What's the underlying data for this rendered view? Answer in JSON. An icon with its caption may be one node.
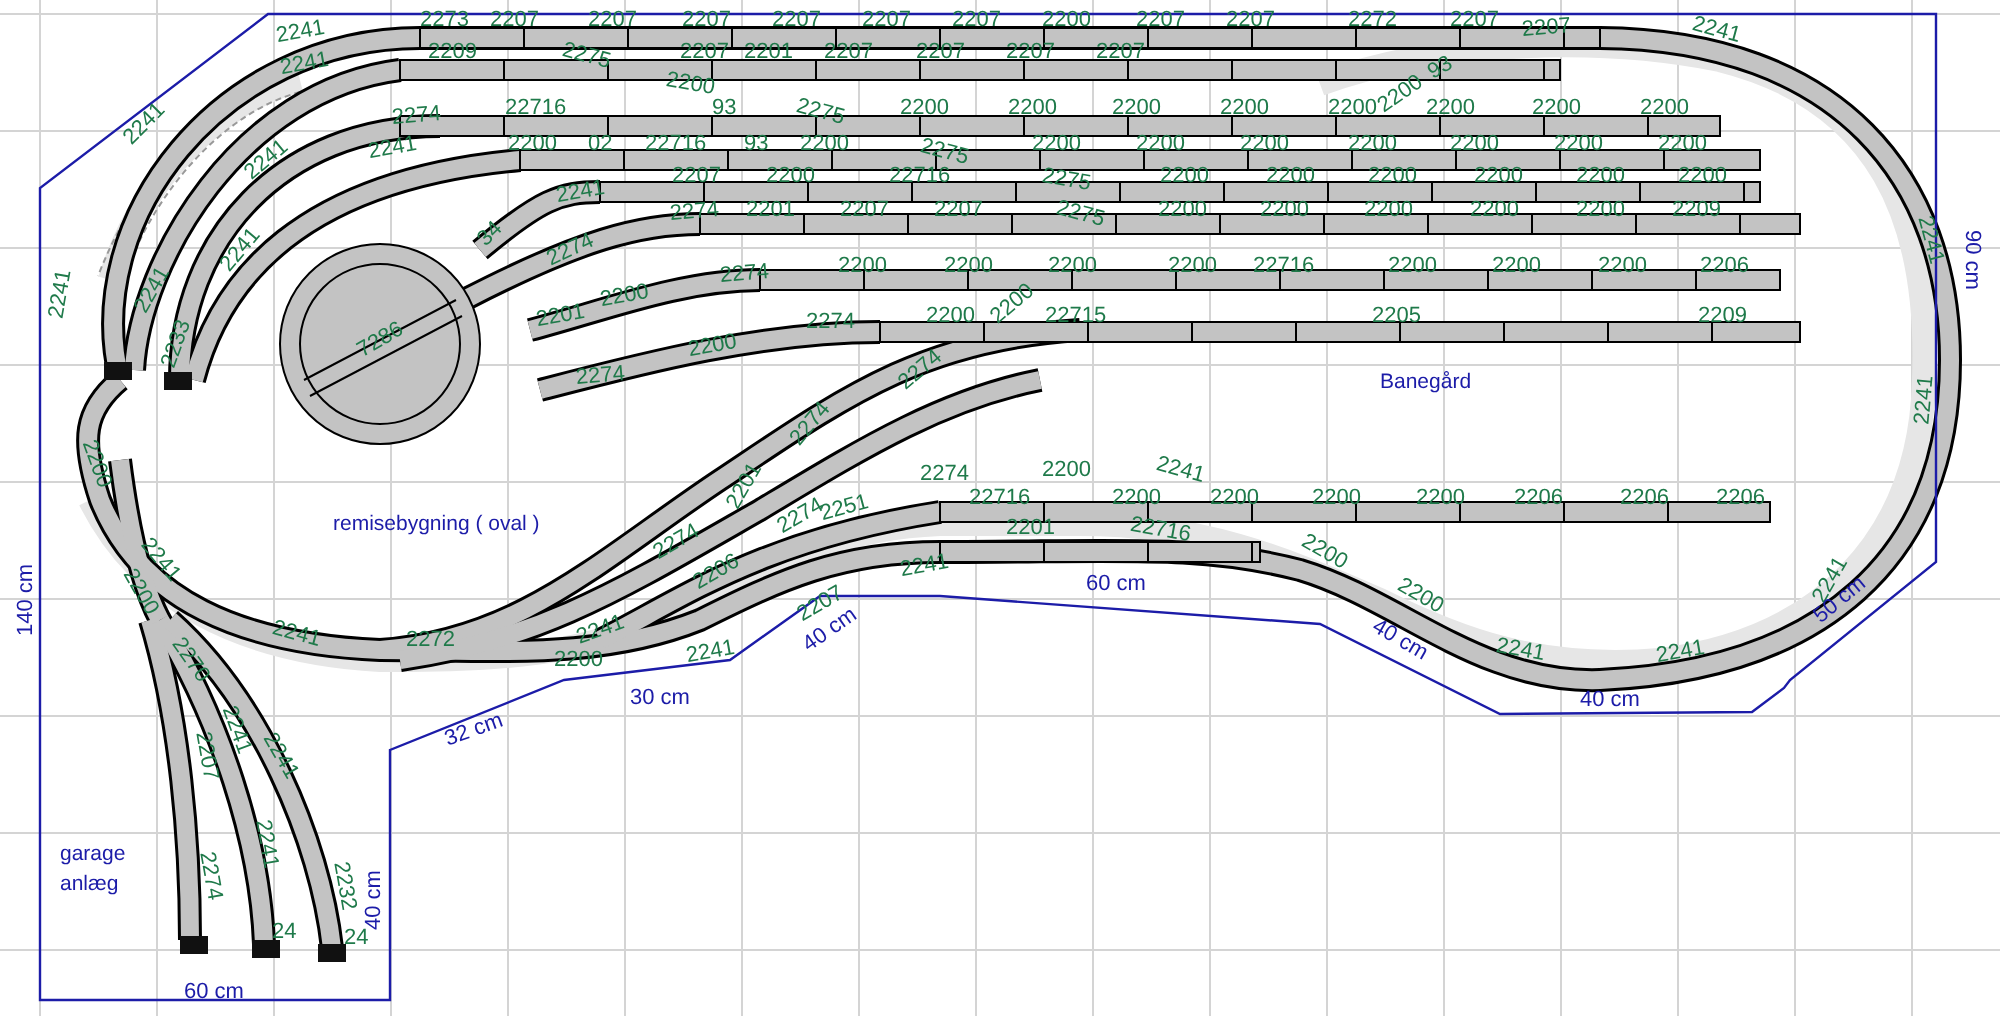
{
  "diagram": {
    "labels": [
      "2241",
      "2273",
      "2207",
      "2207",
      "2207",
      "2207",
      "2207",
      "2207",
      "2200",
      "2207",
      "2207",
      "2272",
      "2207",
      "2207",
      "2241",
      "2241",
      "2209",
      "2275",
      "2207",
      "2201",
      "2207",
      "2207",
      "2207",
      "2207",
      "93",
      "2200",
      "2274",
      "22716",
      "2200",
      "93",
      "2275",
      "2200",
      "2200",
      "2200",
      "2200",
      "2200",
      "2200",
      "2200",
      "2200",
      "2241",
      "2241",
      "2200",
      "02",
      "22716",
      "93",
      "2200",
      "2275",
      "2200",
      "2200",
      "2200",
      "2200",
      "2200",
      "2200",
      "2200",
      "2241",
      "2241",
      "2241",
      "2207",
      "2200",
      "22716",
      "2275",
      "2200",
      "2200",
      "2200",
      "2200",
      "2200",
      "2200",
      "2241",
      "34",
      "2274",
      "2201",
      "2207",
      "2207",
      "2275",
      "2200",
      "2200",
      "2200",
      "2200",
      "2200",
      "2209",
      "2241",
      "2233",
      "2274",
      "7286",
      "2274",
      "2200",
      "2200",
      "2200",
      "2200",
      "22716",
      "2200",
      "2200",
      "2200",
      "2206",
      "2201",
      "2200",
      "2200",
      "2274",
      "2200",
      "2200",
      "22715",
      "2205",
      "2209",
      "2274",
      "Banegård",
      "2241",
      "2274",
      "2274",
      "2200",
      "2201",
      "remisebygning ( oval )",
      "2274",
      "2200",
      "2241",
      "2251",
      "2274",
      "22716",
      "2200",
      "2200",
      "2200",
      "2200",
      "2206",
      "2206",
      "2206",
      "2241",
      "2201",
      "22716",
      "2241",
      "2206",
      "2274",
      "2241",
      "2241",
      "2200",
      "2272",
      "2200",
      "2207",
      "2241",
      "2241",
      "2200",
      "2200",
      "2241",
      "2241",
      "2241",
      "garage anlæg",
      "2270",
      "2207",
      "2241",
      "2241",
      "2274",
      "2241",
      "2232",
      "24",
      "24",
      "140 cm",
      "90 cm",
      "60 cm",
      "40 cm",
      "32 cm",
      "30 cm",
      "40 cm",
      "60 cm",
      "40 cm",
      "40 cm",
      "50 cm"
    ]
  }
}
